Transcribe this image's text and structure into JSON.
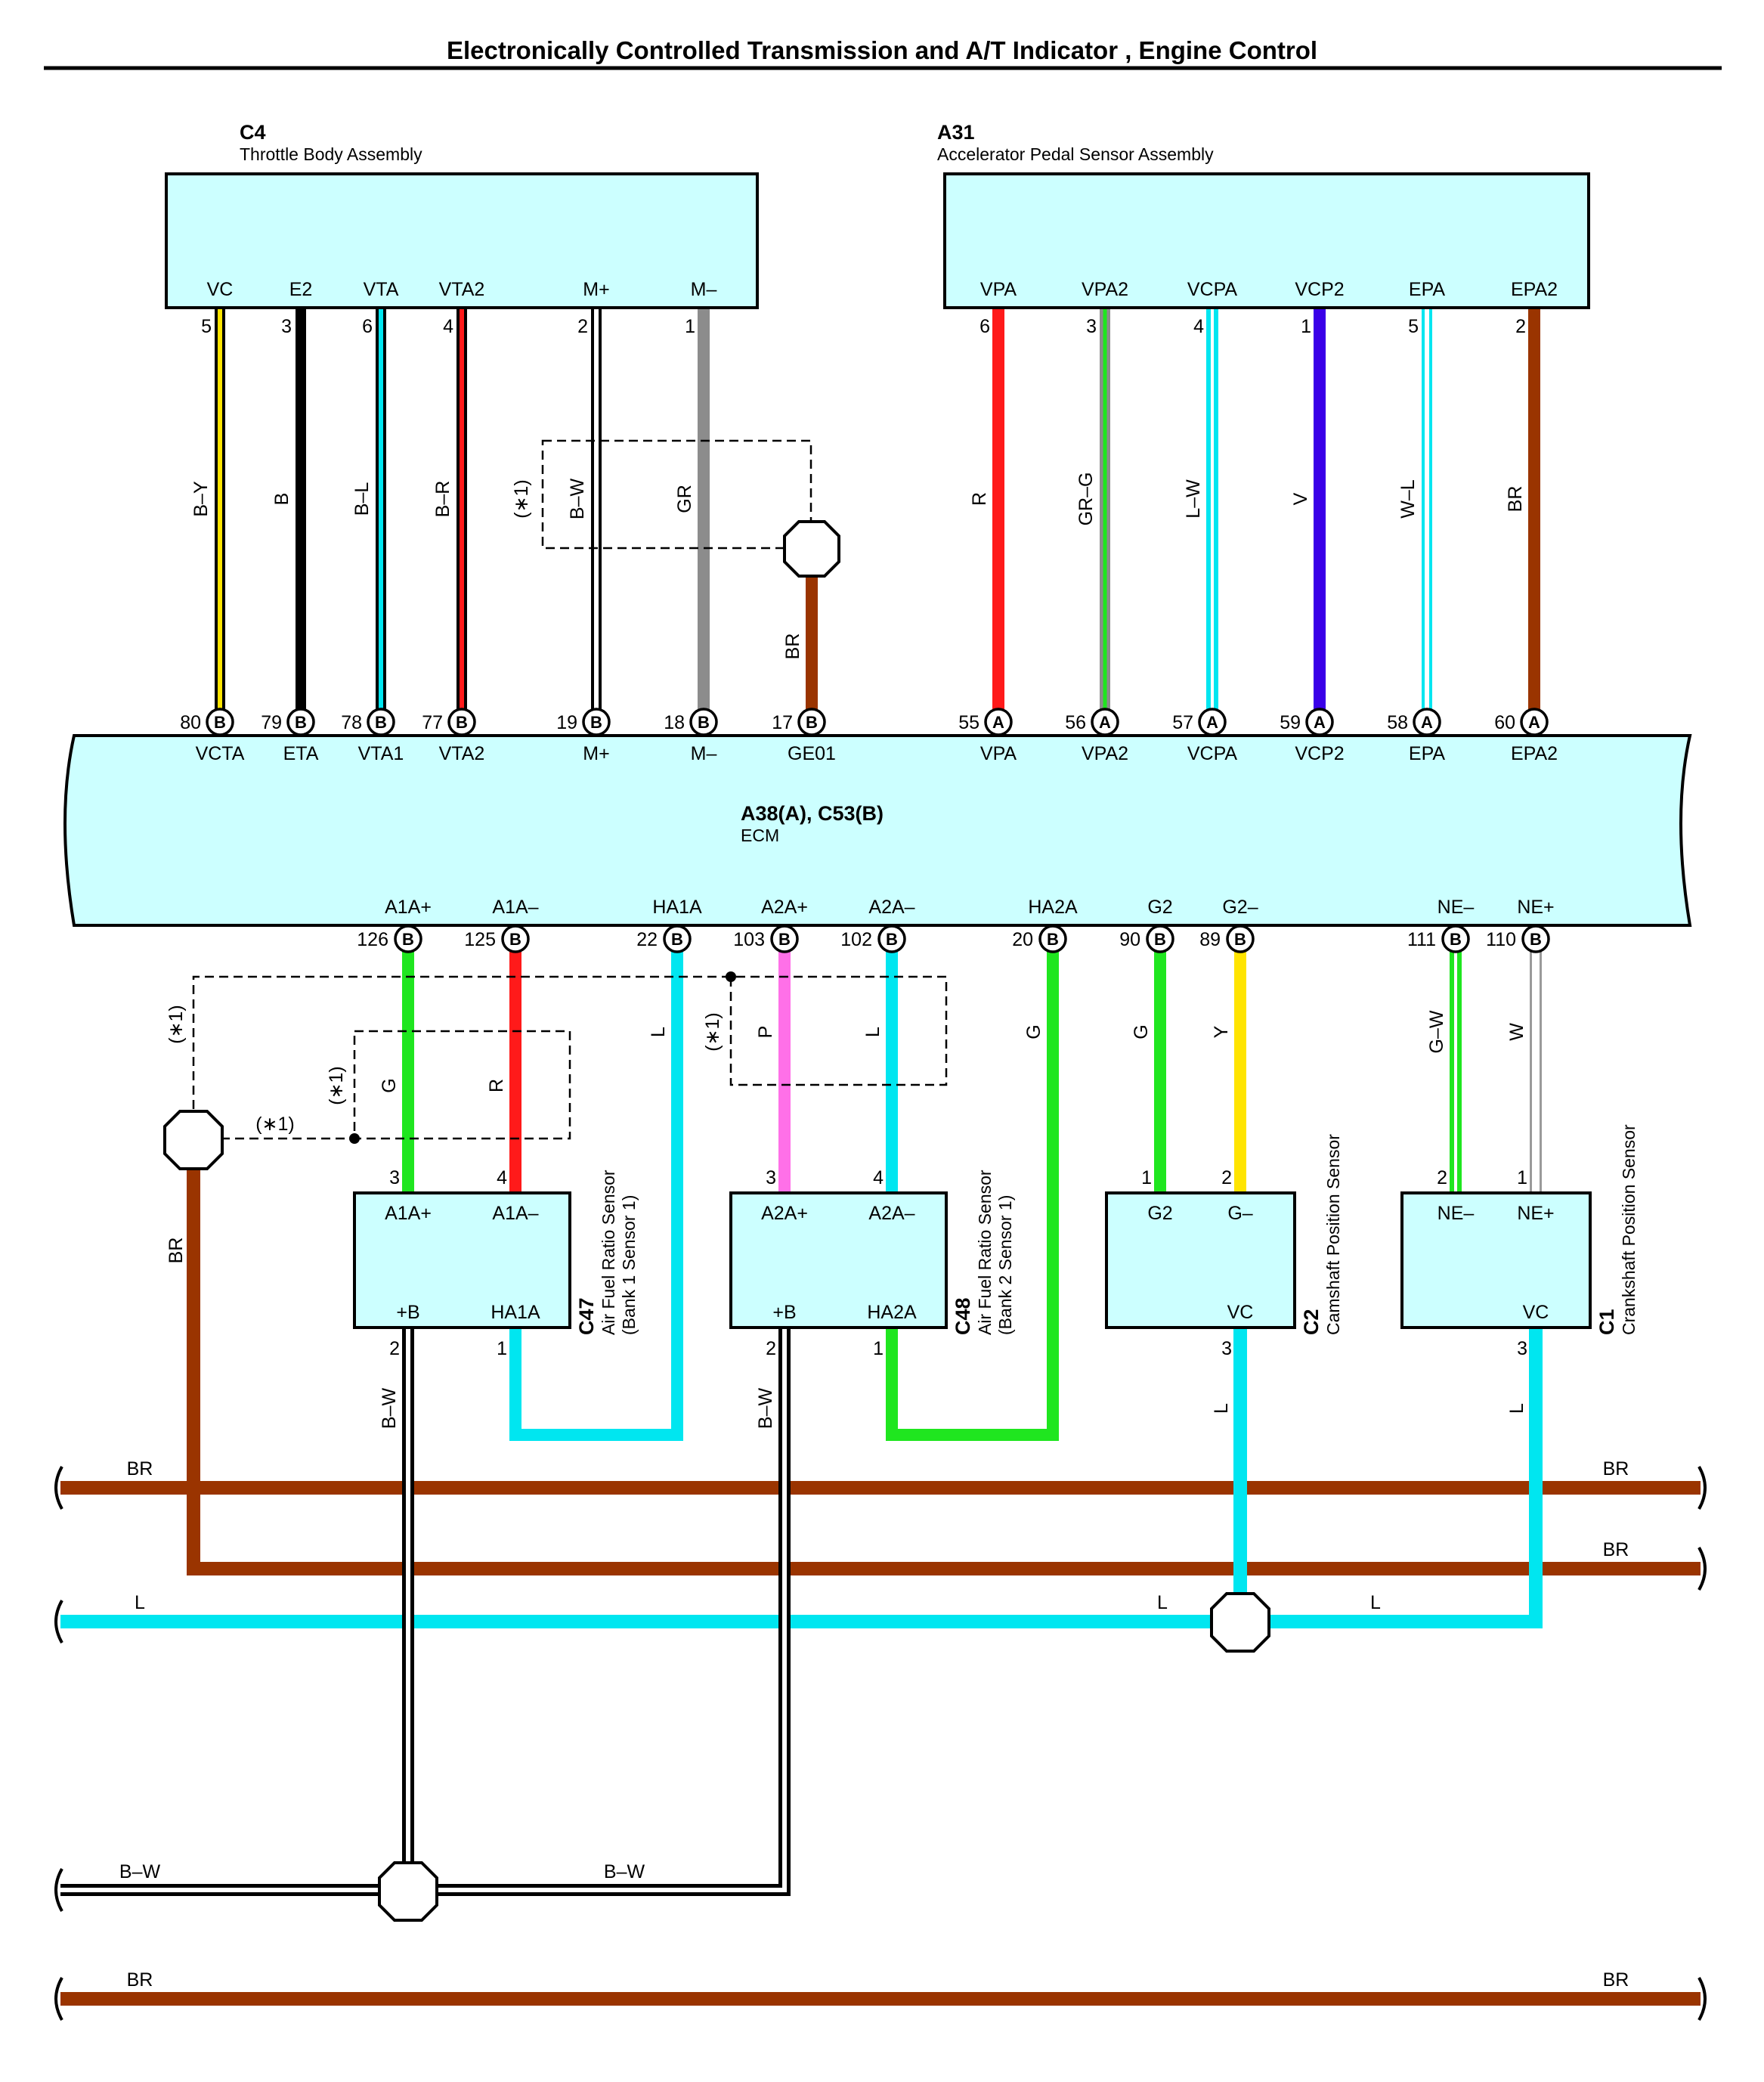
{
  "title": "Electronically Controlled Transmission and A/T Indicator , Engine Control",
  "colors": {
    "component_fill": "#ccffff",
    "Y": "#ffe400",
    "B": "#000000",
    "L": "#00e6f0",
    "R": "#ff1a1a",
    "GR": "#8c8c8c",
    "BR": "#9a3400",
    "G": "#1fe61f",
    "V": "#3a00e8",
    "W": "#ffffff",
    "P": "#ff70e8"
  },
  "components": {
    "throttle_body": {
      "id": "C4",
      "name": "Throttle Body Assembly",
      "terminals": [
        {
          "label": "VC",
          "pin": "5",
          "wire": "B–Y"
        },
        {
          "label": "E2",
          "pin": "3",
          "wire": "B"
        },
        {
          "label": "VTA",
          "pin": "6",
          "wire": "B–L"
        },
        {
          "label": "VTA2",
          "pin": "4",
          "wire": "B–R"
        },
        {
          "label": "M+",
          "pin": "2",
          "wire": "B–W"
        },
        {
          "label": "M–",
          "pin": "1",
          "wire": "GR"
        }
      ]
    },
    "accel_pedal": {
      "id": "A31",
      "name": "Accelerator Pedal Sensor Assembly",
      "terminals": [
        {
          "label": "VPA",
          "pin": "6",
          "wire": "R"
        },
        {
          "label": "VPA2",
          "pin": "3",
          "wire": "GR–G"
        },
        {
          "label": "VCPA",
          "pin": "4",
          "wire": "L–W"
        },
        {
          "label": "VCP2",
          "pin": "1",
          "wire": "V"
        },
        {
          "label": "EPA",
          "pin": "5",
          "wire": "W–L"
        },
        {
          "label": "EPA2",
          "pin": "2",
          "wire": "BR"
        }
      ]
    },
    "ecm": {
      "id": "A38(A), C53(B)",
      "name": "ECM",
      "top_pins": [
        {
          "num": "80",
          "conn": "B",
          "label": "VCTA"
        },
        {
          "num": "79",
          "conn": "B",
          "label": "ETA"
        },
        {
          "num": "78",
          "conn": "B",
          "label": "VTA1"
        },
        {
          "num": "77",
          "conn": "B",
          "label": "VTA2"
        },
        {
          "num": "19",
          "conn": "B",
          "label": "M+"
        },
        {
          "num": "18",
          "conn": "B",
          "label": "M–"
        },
        {
          "num": "17",
          "conn": "B",
          "label": "GE01"
        },
        {
          "num": "55",
          "conn": "A",
          "label": "VPA"
        },
        {
          "num": "56",
          "conn": "A",
          "label": "VPA2"
        },
        {
          "num": "57",
          "conn": "A",
          "label": "VCPA"
        },
        {
          "num": "59",
          "conn": "A",
          "label": "VCP2"
        },
        {
          "num": "58",
          "conn": "A",
          "label": "EPA"
        },
        {
          "num": "60",
          "conn": "A",
          "label": "EPA2"
        }
      ],
      "bottom_pins": [
        {
          "num": "126",
          "conn": "B",
          "label": "A1A+"
        },
        {
          "num": "125",
          "conn": "B",
          "label": "A1A–"
        },
        {
          "num": "22",
          "conn": "B",
          "label": "HA1A"
        },
        {
          "num": "103",
          "conn": "B",
          "label": "A2A+"
        },
        {
          "num": "102",
          "conn": "B",
          "label": "A2A–"
        },
        {
          "num": "20",
          "conn": "B",
          "label": "HA2A"
        },
        {
          "num": "90",
          "conn": "B",
          "label": "G2"
        },
        {
          "num": "89",
          "conn": "B",
          "label": "G2–"
        },
        {
          "num": "111",
          "conn": "B",
          "label": "NE–"
        },
        {
          "num": "110",
          "conn": "B",
          "label": "NE+"
        }
      ]
    },
    "af_sensor_1": {
      "id": "C47",
      "name": "Air Fuel Ratio Sensor",
      "detail": "(Bank 1 Sensor 1)",
      "top": [
        {
          "label": "A1A+",
          "pin": "3"
        },
        {
          "label": "A1A–",
          "pin": "4"
        }
      ],
      "bottom": [
        {
          "label": "+B",
          "pin": "2"
        },
        {
          "label": "HA1A",
          "pin": "1"
        }
      ]
    },
    "af_sensor_2": {
      "id": "C48",
      "name": "Air Fuel Ratio Sensor",
      "detail": "(Bank 2 Sensor 1)",
      "top": [
        {
          "label": "A2A+",
          "pin": "3"
        },
        {
          "label": "A2A–",
          "pin": "4"
        }
      ],
      "bottom": [
        {
          "label": "+B",
          "pin": "2"
        },
        {
          "label": "HA2A",
          "pin": "1"
        }
      ]
    },
    "cam_sensor": {
      "id": "C2",
      "name": "Camshaft Position Sensor",
      "top": [
        {
          "label": "G2",
          "pin": "1"
        },
        {
          "label": "G–",
          "pin": "2"
        }
      ],
      "bottom": [
        {
          "label": "VC",
          "pin": "3"
        }
      ]
    },
    "crank_sensor": {
      "id": "C1",
      "name": "Crankshaft Position Sensor",
      "top": [
        {
          "label": "NE–",
          "pin": "2"
        },
        {
          "label": "NE+",
          "pin": "1"
        }
      ],
      "bottom": [
        {
          "label": "VC",
          "pin": "3"
        }
      ]
    }
  },
  "wire_labels": {
    "ge01": "BR",
    "a1ap": "G",
    "a1am": "R",
    "ha1a": "L",
    "a2ap": "P",
    "a2am": "L",
    "ha2a": "G",
    "g2": "G",
    "g2m": "Y",
    "nem": "G–W",
    "nep": "W",
    "shield_left": "BR",
    "af1_pb": "B–W",
    "af2_pb": "B–W",
    "cam_vc": "L",
    "crank_vc": "L"
  },
  "shield_note": "(∗1)",
  "bus_labels": {
    "br1_left": "BR",
    "br1_right": "BR",
    "br2_right": "BR",
    "l_left": "L",
    "l_mid": "L",
    "l_right": "L",
    "bw_left": "B–W",
    "bw_mid": "B–W",
    "br3_left": "BR",
    "br3_right": "BR"
  }
}
